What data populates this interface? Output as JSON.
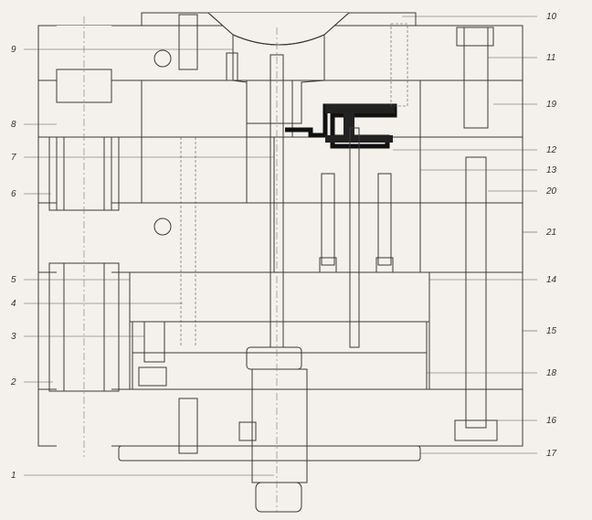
{
  "figure": {
    "callouts": [
      {
        "id": "1",
        "label": "1"
      },
      {
        "id": "2",
        "label": "2"
      },
      {
        "id": "3",
        "label": "3"
      },
      {
        "id": "4",
        "label": "4"
      },
      {
        "id": "5",
        "label": "5"
      },
      {
        "id": "6",
        "label": "6"
      },
      {
        "id": "7",
        "label": "7"
      },
      {
        "id": "8",
        "label": "8"
      },
      {
        "id": "9",
        "label": "9"
      },
      {
        "id": "10",
        "label": "10"
      },
      {
        "id": "11",
        "label": "11"
      },
      {
        "id": "12",
        "label": "12"
      },
      {
        "id": "13",
        "label": "13"
      },
      {
        "id": "14",
        "label": "14"
      },
      {
        "id": "15",
        "label": "15"
      },
      {
        "id": "16",
        "label": "16"
      },
      {
        "id": "17",
        "label": "17"
      },
      {
        "id": "18",
        "label": "18"
      },
      {
        "id": "19",
        "label": "19"
      },
      {
        "id": "20",
        "label": "20"
      },
      {
        "id": "21",
        "label": "21"
      }
    ]
  }
}
